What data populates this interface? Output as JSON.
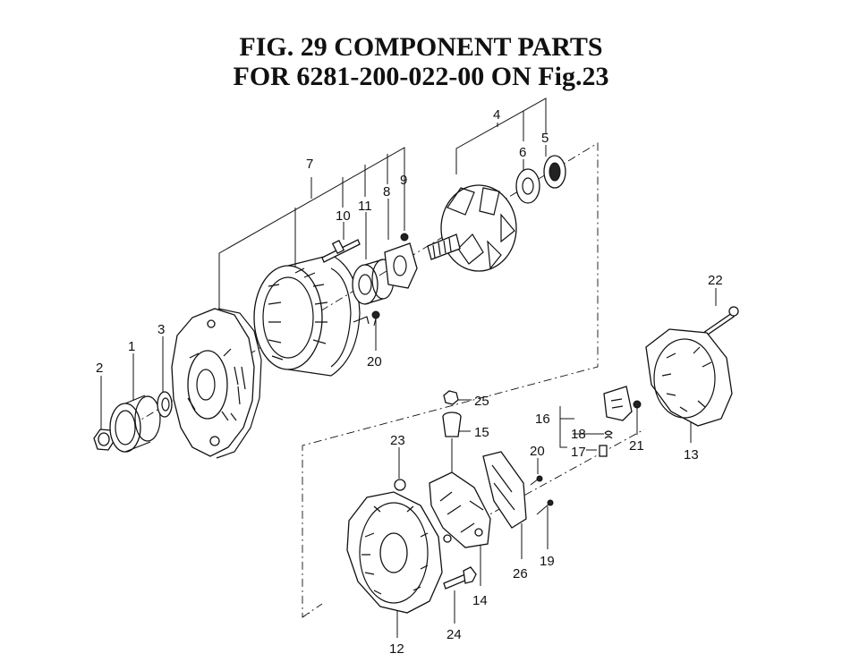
{
  "title": {
    "line1": "FIG. 29  COMPONENT PARTS",
    "line2": "FOR 6281-200-022-00 ON Fig.23"
  },
  "callouts": {
    "c1": "1",
    "c2": "2",
    "c3": "3",
    "c4": "4",
    "c5": "5",
    "c6": "6",
    "c7": "7",
    "c8": "8",
    "c9": "9",
    "c10": "10",
    "c11": "11",
    "c12": "12",
    "c13": "13",
    "c14": "14",
    "c15": "15",
    "c16": "16",
    "c17": "17",
    "c18": "18",
    "c19": "19",
    "c20a": "20",
    "c20b": "20",
    "c21": "21",
    "c22": "22",
    "c23": "23",
    "c24": "24",
    "c25": "25",
    "c26": "26"
  }
}
